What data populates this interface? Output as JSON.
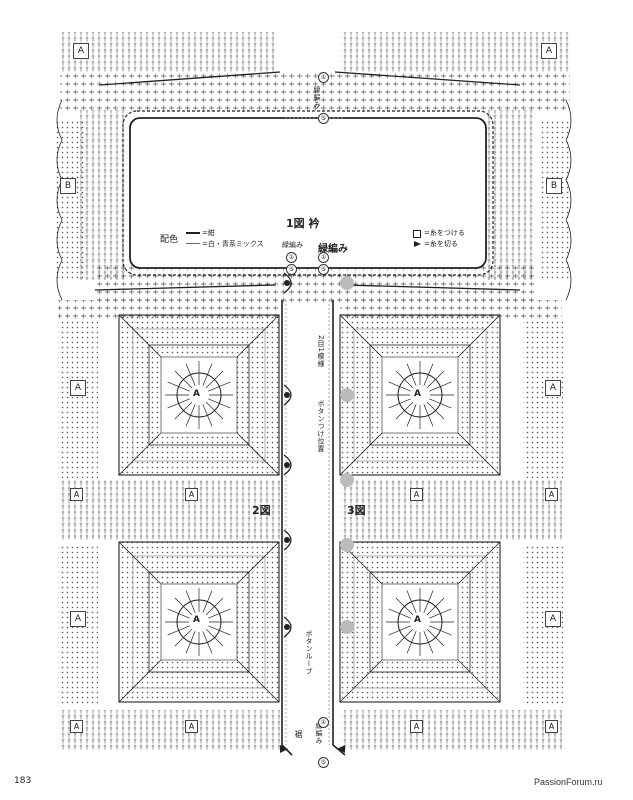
{
  "figures": {
    "collar": "1図 衿",
    "left_body": "2図",
    "right_body": "3図"
  },
  "edging": {
    "main_label": "緑編み",
    "vertical_label": "縁編み",
    "round_start": "①",
    "round_end": "⑤"
  },
  "legend": {
    "title": "配色",
    "color_1": "=紺",
    "color_2": "=白・青系ミックス",
    "attach_yarn": "=糸をつける",
    "cut_yarn": "=糸を切る"
  },
  "annotations": {
    "two_rows": "2目1模様",
    "button_position": "ボタンつけ位置",
    "button_loop": "ボタンループ",
    "hem": "裾"
  },
  "motif_labels": {
    "a": "A",
    "b": "B"
  },
  "footer": {
    "page_number": "183",
    "watermark": "PassionForum.ru"
  },
  "colors": {
    "ink": "#222222",
    "grid_line": "#999999",
    "button_marker": "#bbbbbb"
  }
}
